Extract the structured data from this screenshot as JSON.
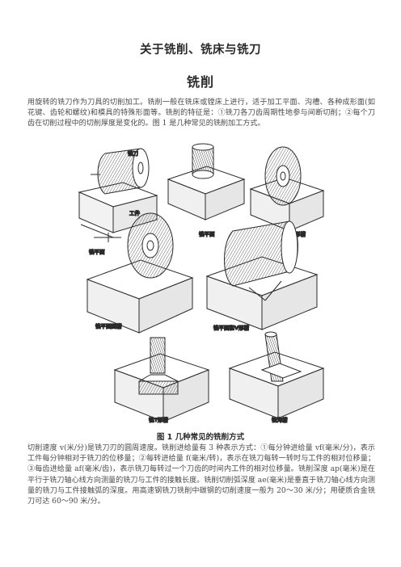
{
  "document": {
    "title": "关于铣削、铣床与铣刀",
    "section_heading": "铣削",
    "intro_paragraph": "用旋转的铣刀作为刀具的切削加工。铣削一般在铣床或镗床上进行，适于加工平面、沟槽、各种成形面(如花键、齿轮和螺纹)和模具的特殊形面等。铣削的特征是：①铣刀各刀齿周期性地参与间断切削；②每个刀齿在切削过程中的切削厚度是变化的。图 1 是几种常见的铣削加工方式。",
    "figure": {
      "caption": "图 1  几种常见的铣削方式",
      "labels": {
        "cutter": "铣刀",
        "workpiece": "工件",
        "a1": "铣平面",
        "a2": "铣平面",
        "a3": "铣方形槽",
        "a4": "铣平面圆槽",
        "a5": "铣平面和V形槽",
        "a6": "铣T形槽",
        "a7": "铣沟槽"
      }
    },
    "body_paragraph": "切削速度 v(米/分)是铣刀刃的圆周速度。铣削进给量有 3 种表示方式：①每分钟进给量 vf(毫米/分)，表示工件每分钟相对于铣刀的位移量；②每转进给量 f(毫米/转)，表示在铣刀每转一转时与工件的相对位移量；③每齿进给量 af(毫米/齿)，表示铣刀每转过一个刀齿的时间内工件的相对位移量。铣削深度 ap(毫米)是在平行于铣刀轴心线方向测量的铣刀与工件的接触长度。铣削切削弧深度 ae(毫米)是垂直于铣刀轴心线方向测量的铣刀与工件接触弧的深度。用高速钢铣刀铣削中碳钢的切削速度一般为 20～30 米/分；用硬质合金铣刀可达 60～90 米/分。"
  }
}
